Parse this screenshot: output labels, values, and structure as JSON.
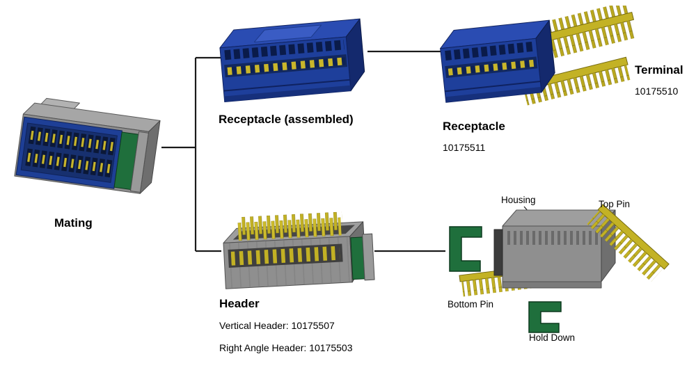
{
  "colors": {
    "receptacle_blue": "#1e3f9b",
    "housing_gray": "#8f8f8f",
    "hold_down_green": "#1f6f3c",
    "terminal_yellow": "#c2b124",
    "line_black": "#1a1a1a"
  },
  "nodes": {
    "mating": {
      "label": "Mating"
    },
    "receptacle_assembled": {
      "label": "Receptacle (assembled)"
    },
    "receptacle": {
      "label": "Receptacle",
      "part_number": "10175511"
    },
    "terminal": {
      "label": "Terminal",
      "part_number": "10175510"
    },
    "header": {
      "label": "Header",
      "vertical_part": "Vertical Header: 10175507",
      "right_angle_part": "Right Angle Header: 10175503"
    },
    "header_parts": {
      "housing": "Housing",
      "top_pin": "Top Pin",
      "bottom_pin": "Bottom Pin",
      "hold_down": "Hold Down"
    }
  }
}
